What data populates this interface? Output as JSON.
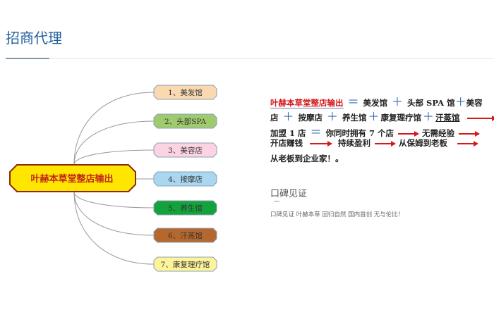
{
  "header": {
    "title": "招商代理"
  },
  "mindmap": {
    "center": "叶赫本草堂整店输出",
    "items": [
      {
        "label": "1、美发馆",
        "color": "#fbd9b0"
      },
      {
        "label": "2、头部SPA",
        "color": "#9fcb6c"
      },
      {
        "label": "3、美容店",
        "color": "#fbd3e3"
      },
      {
        "label": "4、按摩店",
        "color": "#a9d7f0"
      },
      {
        "label": "5、养生馆",
        "color": "#14a23c"
      },
      {
        "label": "6、汗蒸馆",
        "color": "#b5682e"
      },
      {
        "label": "7、康复理疗馆",
        "color": "#fdf39a"
      }
    ]
  },
  "intro": {
    "l1a": "叶赫本草堂整店输出",
    "eq": "＝",
    "plus": "＋",
    "l1b": "美发馆",
    "l1c": "头部 SPA 馆",
    "l1d": "美容",
    "l2a": "店",
    "l2b": "按摩店",
    "l2c": "养生馆",
    "l2d": "康复理疗馆",
    "l2e": "汗蒸馆",
    "l3a": "加盟 1 店",
    "l3b": "你同时拥有 7 个店",
    "l3c": "无需经验",
    "l4a": "开店赚钱",
    "l4b": "持续盈利",
    "l4c": "从保姆到老板",
    "l5": "从老板到企业家！。"
  },
  "testimonial": {
    "heading": "口碑见证",
    "text": "口碑见证 叶赫本草 回归自然 国内首创 无与伦比！"
  }
}
